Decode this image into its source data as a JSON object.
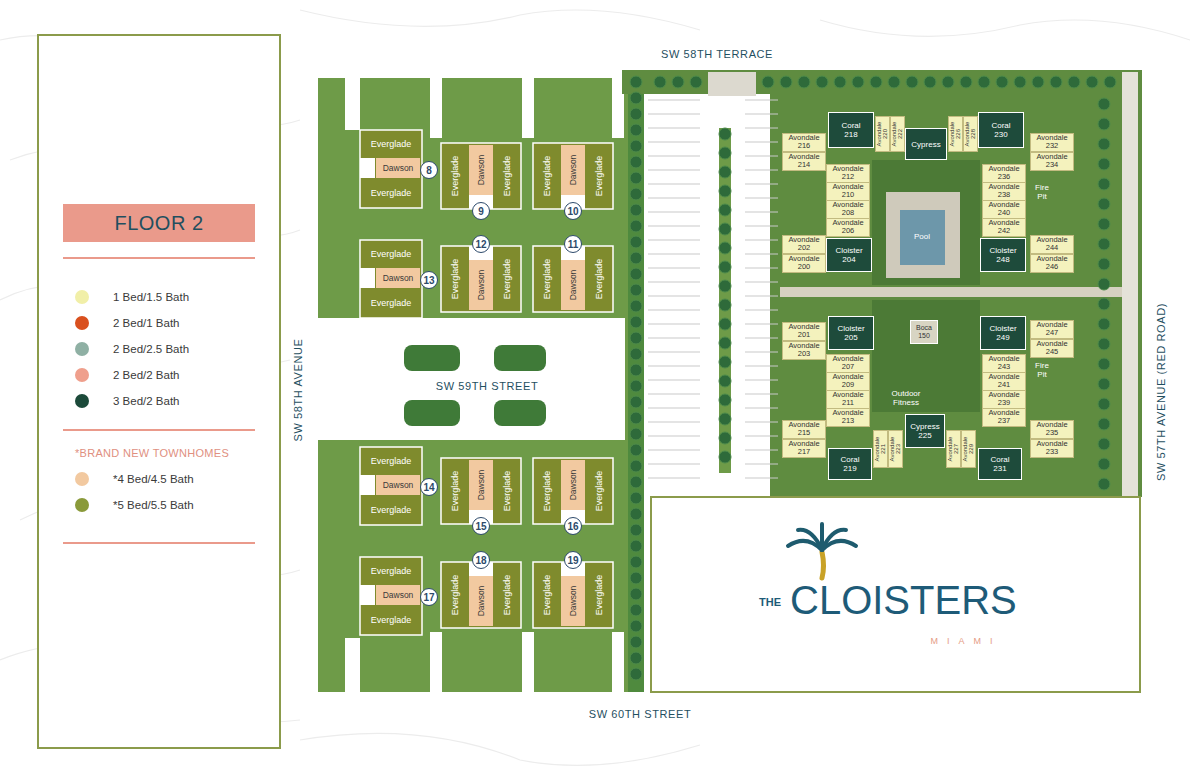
{
  "diagram": {
    "title": "FLOOR 2",
    "nodes": [
      {
        "text": [
          "Everglade"
        ]
      },
      {
        "text": [
          "Dawson"
        ]
      },
      {
        "text": [
          "Everglade"
        ]
      },
      {
        "text": [
          "8"
        ]
      },
      {
        "text": [
          "Everglade"
        ]
      },
      {
        "text": [
          "Dawson"
        ]
      },
      {
        "text": [
          "Everglade"
        ]
      },
      {
        "text": [
          "9"
        ]
      },
      {
        "text": [
          "Everglade"
        ]
      },
      {
        "text": [
          "Dawson"
        ]
      },
      {
        "text": [
          "Everglade"
        ]
      },
      {
        "text": [
          "10"
        ]
      },
      {
        "text": [
          "Everglade"
        ]
      },
      {
        "text": [
          "Dawson"
        ]
      },
      {
        "text": [
          "Everglade"
        ]
      },
      {
        "text": [
          "13"
        ]
      },
      {
        "text": [
          "Everglade"
        ]
      },
      {
        "text": [
          "Dawson"
        ]
      },
      {
        "text": [
          "Everglade"
        ]
      },
      {
        "text": [
          "12"
        ]
      },
      {
        "text": [
          "Everglade"
        ]
      },
      {
        "text": [
          "Dawson"
        ]
      },
      {
        "text": [
          "Everglade"
        ]
      },
      {
        "text": [
          "11"
        ]
      },
      {
        "text": [
          "Everglade"
        ]
      },
      {
        "text": [
          "Dawson"
        ]
      },
      {
        "text": [
          "Everglade"
        ]
      },
      {
        "text": [
          "14"
        ]
      },
      {
        "text": [
          "Everglade"
        ]
      },
      {
        "text": [
          "Dawson"
        ]
      },
      {
        "text": [
          "Everglade"
        ]
      },
      {
        "text": [
          "15"
        ]
      },
      {
        "text": [
          "Everglade"
        ]
      },
      {
        "text": [
          "Dawson"
        ]
      },
      {
        "text": [
          "Everglade"
        ]
      },
      {
        "text": [
          "16"
        ]
      },
      {
        "text": [
          "Everglade"
        ]
      },
      {
        "text": [
          "Dawson"
        ]
      },
      {
        "text": [
          "Everglade"
        ]
      },
      {
        "text": [
          "17"
        ]
      },
      {
        "text": [
          "Everglade"
        ]
      },
      {
        "text": [
          "Dawson"
        ]
      },
      {
        "text": [
          "Everglade"
        ]
      },
      {
        "text": [
          "18"
        ]
      },
      {
        "text": [
          "Everglade"
        ]
      },
      {
        "text": [
          "Dawson"
        ]
      },
      {
        "text": [
          "Everglade"
        ]
      },
      {
        "text": [
          "19"
        ]
      },
      {
        "text": [
          "Avondale",
          "216"
        ]
      },
      {
        "text": [
          "Avondale",
          "214"
        ]
      },
      {
        "text": [
          "Coral",
          "218"
        ]
      },
      {
        "text": [
          "Avondale",
          "220"
        ]
      },
      {
        "text": [
          "Avondale",
          "222"
        ]
      },
      {
        "text": [
          "Cypress"
        ]
      },
      {
        "text": [
          "Avondale",
          "226"
        ]
      },
      {
        "text": [
          "Avondale",
          "228"
        ]
      },
      {
        "text": [
          "Coral",
          "230"
        ]
      },
      {
        "text": [
          "Avondale",
          "232"
        ]
      },
      {
        "text": [
          "Avondale",
          "234"
        ]
      },
      {
        "text": [
          "Avondale",
          "212"
        ]
      },
      {
        "text": [
          "Avondale",
          "236"
        ]
      },
      {
        "text": [
          "Avondale",
          "210"
        ]
      },
      {
        "text": [
          "Avondale",
          "238"
        ]
      },
      {
        "text": [
          "Avondale",
          "208"
        ]
      },
      {
        "text": [
          "Avondale",
          "240"
        ]
      },
      {
        "text": [
          "Avondale",
          "206"
        ]
      },
      {
        "text": [
          "Avondale",
          "242"
        ]
      },
      {
        "text": [
          "Avondale",
          "202"
        ]
      },
      {
        "text": [
          "Cloister",
          "204"
        ]
      },
      {
        "text": [
          "Cloister",
          "248"
        ]
      },
      {
        "text": [
          "Avondale",
          "244"
        ]
      },
      {
        "text": [
          "Avondale",
          "200"
        ]
      },
      {
        "text": [
          "Avondale",
          "246"
        ]
      },
      {
        "text": [
          "Avondale",
          "201"
        ]
      },
      {
        "text": [
          "Cloister",
          "205"
        ]
      },
      {
        "text": [
          "Boca",
          "150"
        ]
      },
      {
        "text": [
          "Cloister",
          "249"
        ]
      },
      {
        "text": [
          "Avondale",
          "247"
        ]
      },
      {
        "text": [
          "Avondale",
          "203"
        ]
      },
      {
        "text": [
          "Avondale",
          "245"
        ]
      },
      {
        "text": [
          "Avondale",
          "207"
        ]
      },
      {
        "text": [
          "Avondale",
          "243"
        ]
      },
      {
        "text": [
          "Avondale",
          "209"
        ]
      },
      {
        "text": [
          "Avondale",
          "241"
        ]
      },
      {
        "text": [
          "Avondale",
          "211"
        ]
      },
      {
        "text": [
          "Avondale",
          "239"
        ]
      },
      {
        "text": [
          "Avondale",
          "213"
        ]
      },
      {
        "text": [
          "Avondale",
          "237"
        ]
      },
      {
        "text": [
          "Cypress",
          "225"
        ]
      },
      {
        "text": [
          "Avondale",
          "215"
        ]
      },
      {
        "text": [
          "Avondale",
          "235"
        ]
      },
      {
        "text": [
          "Avondale",
          "221"
        ]
      },
      {
        "text": [
          "Avondale",
          "223"
        ]
      },
      {
        "text": [
          "Avondale",
          "227"
        ]
      },
      {
        "text": [
          "Avondale",
          "229"
        ]
      },
      {
        "text": [
          "Avondale",
          "217"
        ]
      },
      {
        "text": [
          "Avondale",
          "233"
        ]
      },
      {
        "text": [
          "Coral",
          "219"
        ]
      },
      {
        "text": [
          "Coral",
          "231"
        ]
      }
    ],
    "labels": [
      "SW 58TH TERRACE",
      "SW 58TH AVENUE",
      "SW 59TH STREET",
      "SW 60TH STREET",
      "SW 57TH AVENUE (RED ROAD)",
      "*BRAND NEW TOWNHOMES",
      "Pool",
      "Fire Pit",
      "Fire Pit",
      "Outdoor Fitness",
      "THE",
      "CLOISTERS",
      "MIAMI"
    ],
    "legend": [
      {
        "text": "1 Bed/1.5 Bath",
        "color": "#f1efa8"
      },
      {
        "text": "2 Bed/1 Bath",
        "color": "#d9501e"
      },
      {
        "text": "2 Bed/2.5 Bath",
        "color": "#8fb0a4"
      },
      {
        "text": "2 Bed/2 Bath",
        "color": "#ef9f8c"
      },
      {
        "text": "3 Bed/2 Bath",
        "color": "#1c4a3a"
      },
      {
        "text": "*4 Bed/4.5 Bath",
        "color": "#f2c9a0"
      },
      {
        "text": "*5 Bed/5.5 Bath",
        "color": "#8a9a3a"
      }
    ]
  }
}
